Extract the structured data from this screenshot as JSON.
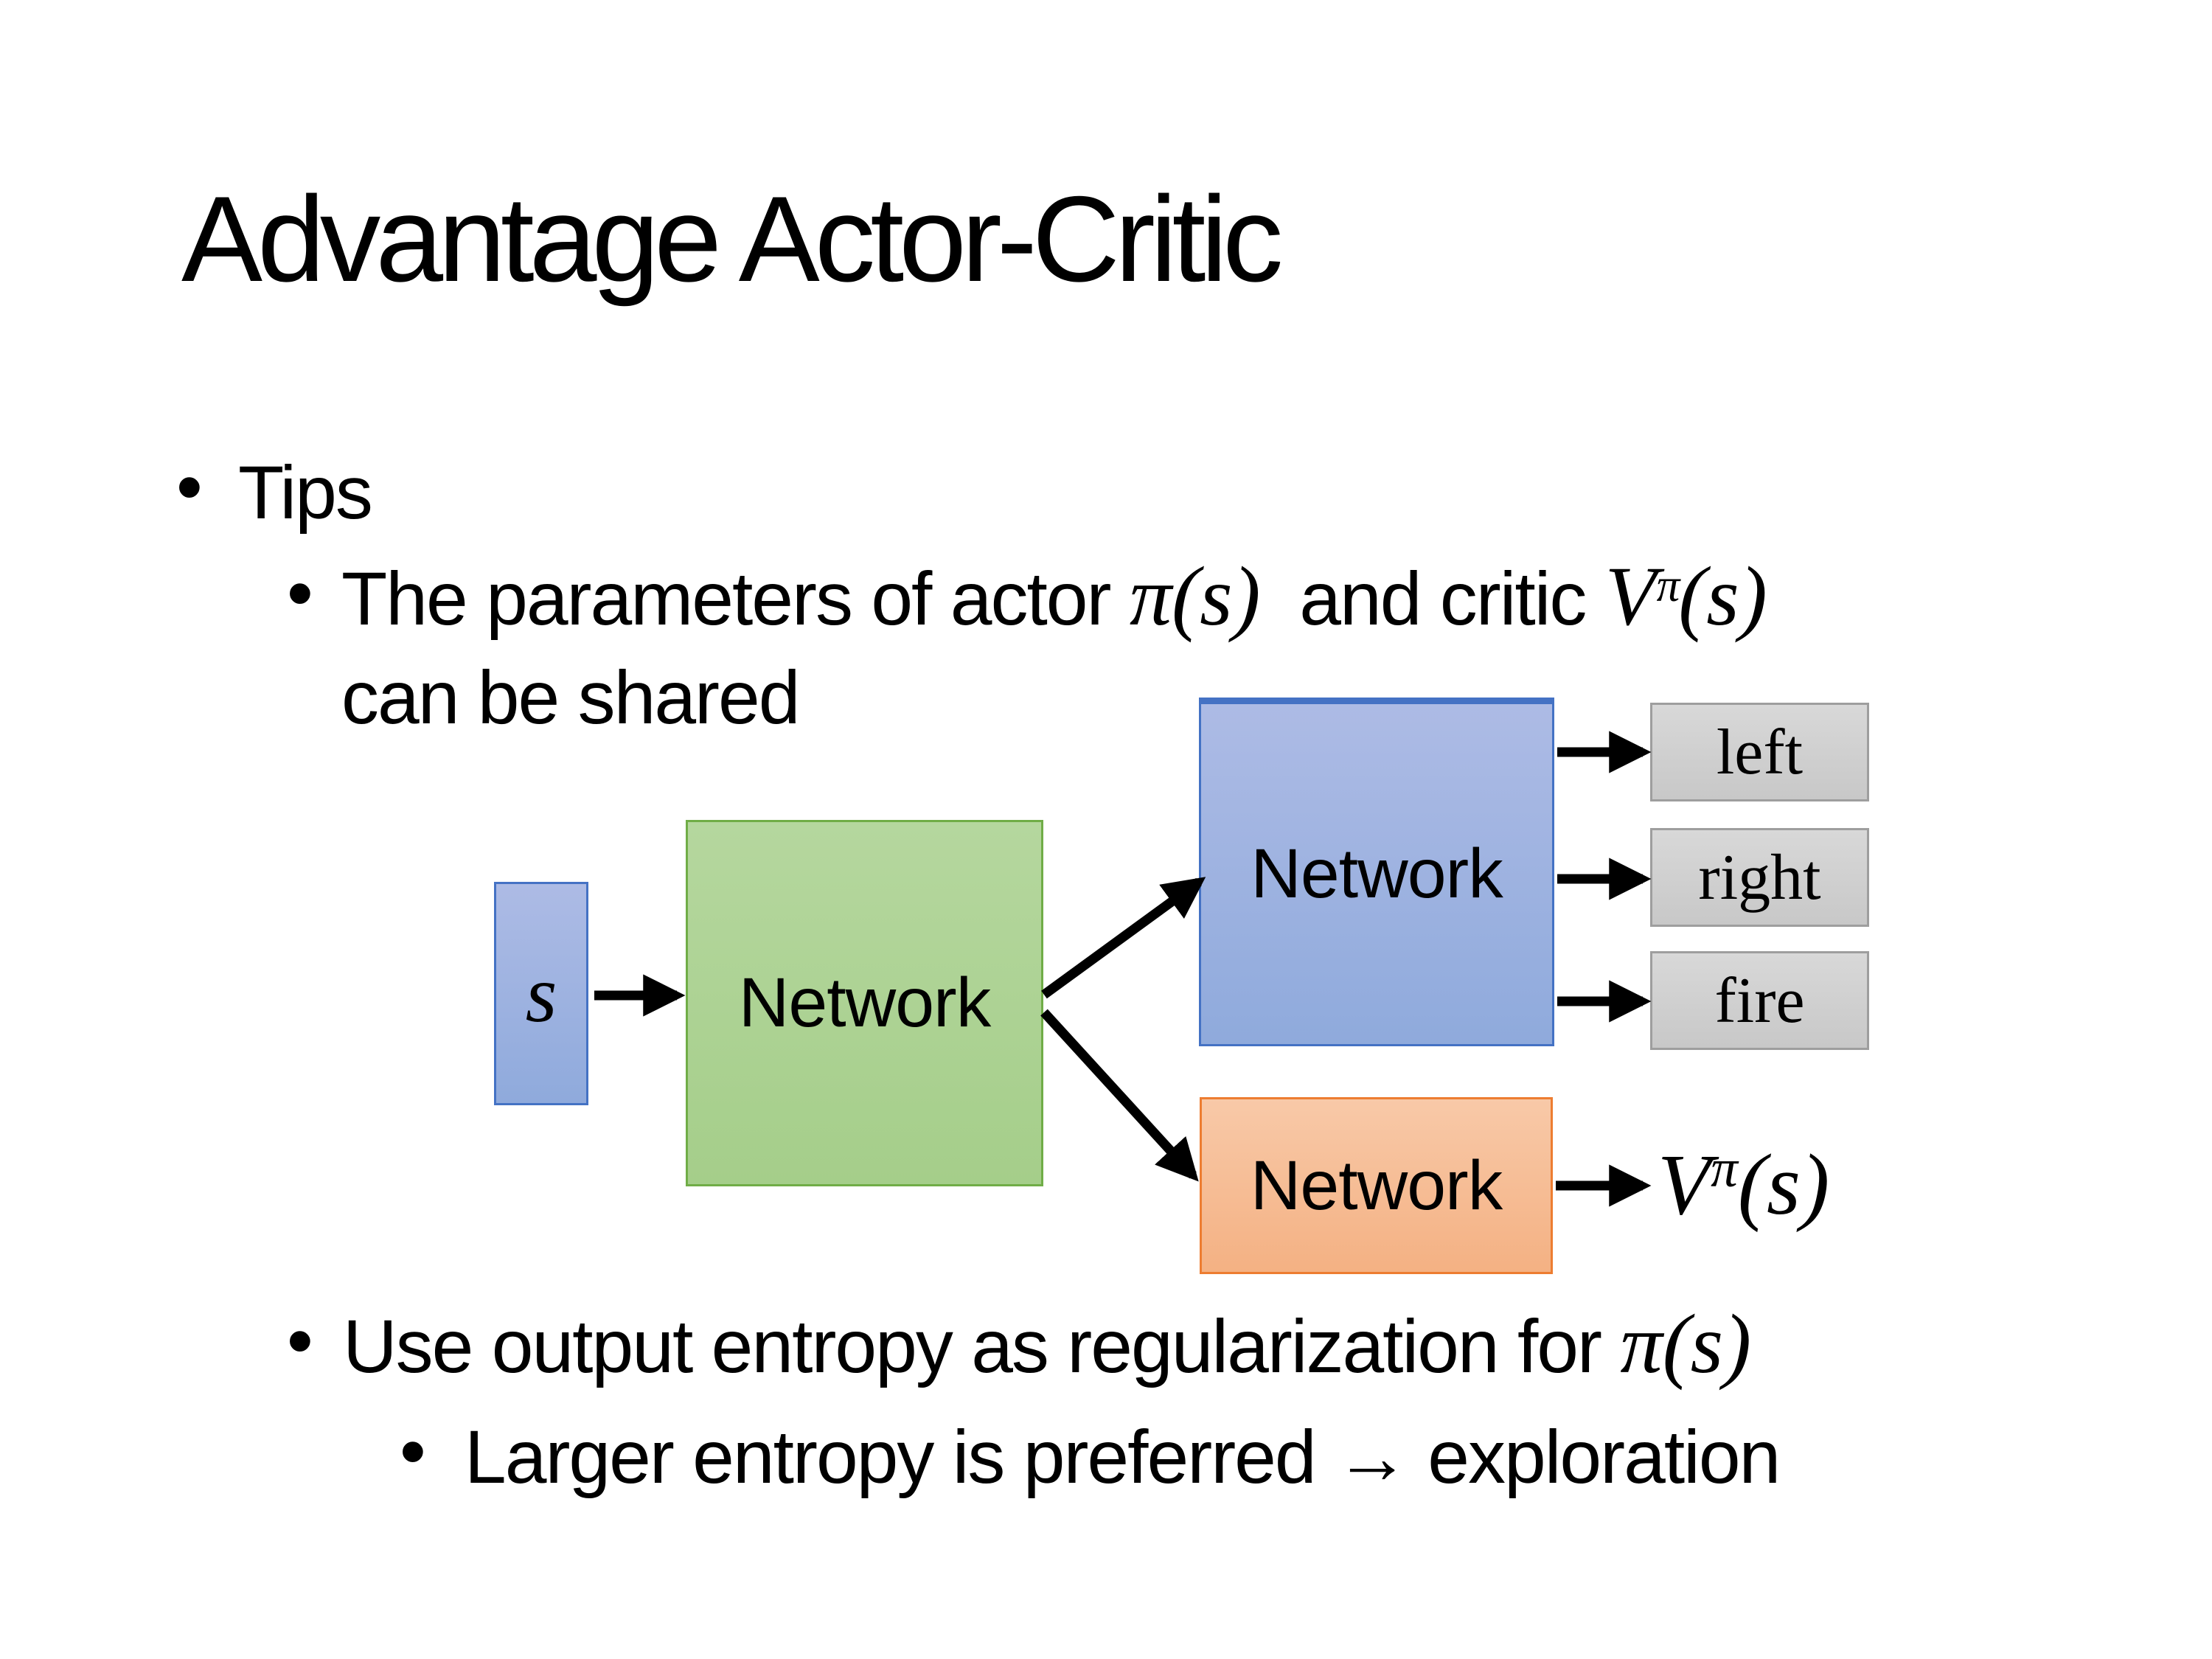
{
  "slide": {
    "title": "Advantage Actor-Critic",
    "bullet_char": "•",
    "bullets": {
      "tips": "Tips",
      "shared_pre": "The parameters of actor ",
      "shared_actor_math": "π(s)",
      "shared_mid": "  and critic ",
      "critic_base": "V",
      "critic_sup": "π",
      "critic_args": "(s)",
      "shared_line2": "can be shared",
      "entropy_pre": "Use output entropy as regularization for ",
      "entropy_math": "π(s)",
      "exploration": "Larger entropy is preferred → exploration"
    },
    "diagram": {
      "input_label": "s",
      "shared_network_label": "Network",
      "actor_network_label": "Network",
      "critic_network_label": "Network",
      "actions": [
        "left",
        "right",
        "fire"
      ],
      "critic_output_base": "V",
      "critic_output_sup": "π",
      "critic_output_args": "(s)"
    },
    "colors": {
      "text": "#000000",
      "arrow": "#000000",
      "blue-border": "#4472C4",
      "blue-fill-top": "#ADBBE5",
      "blue-fill-bottom": "#8FAADC",
      "green-border": "#70AD47",
      "green-fill-top": "#B5D79E",
      "green-fill-bottom": "#A5CE8A",
      "orange-border": "#ED7D31",
      "orange-fill-top": "#F8C9A8",
      "orange-fill-bottom": "#F4B183",
      "gray-border": "#9E9E9E",
      "gray-fill-top": "#D8D8D8",
      "gray-fill-bottom": "#C8C8C8"
    }
  }
}
